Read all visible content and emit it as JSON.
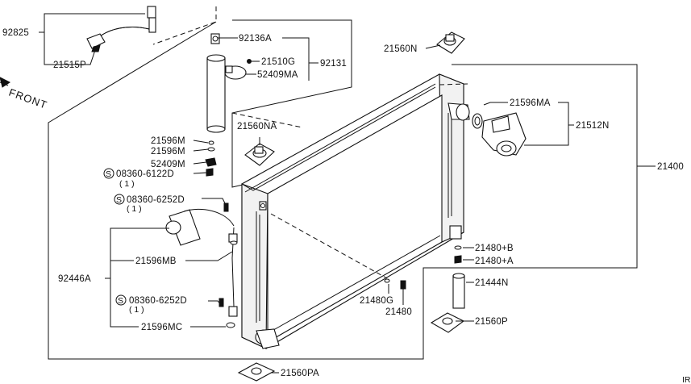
{
  "front_label": "FRONT",
  "corner_mark": "IR",
  "callouts": {
    "p92825": "92825",
    "p21515P": "21515P",
    "p92136A": "92136A",
    "p21510G": "21510G",
    "p52409MA": "52409MA",
    "p92131": "92131",
    "p21560N": "21560N",
    "p21596MA": "21596MA",
    "p21512N": "21512N",
    "p21400": "21400",
    "p21560NA": "21560NA",
    "p21596M_1": "21596M",
    "p21596M_2": "21596M",
    "p52409M": "52409M",
    "p08360_6122D": "08360-6122D",
    "q1_a": "( 1 )",
    "p08360_6252D_a": "08360-6252D",
    "q1_b": "( 1 )",
    "p21480B": "21480+B",
    "p21480A": "21480+A",
    "p92446A": "92446A",
    "p21596MB": "21596MB",
    "p21444N": "21444N",
    "p08360_6252D_b": "08360-6252D",
    "q1_c": "( 1 )",
    "p21480G": "21480G",
    "p21480": "21480",
    "p21560P": "21560P",
    "p21596MC": "21596MC",
    "p21560PA": "21560PA",
    "s_symbol": "S"
  }
}
